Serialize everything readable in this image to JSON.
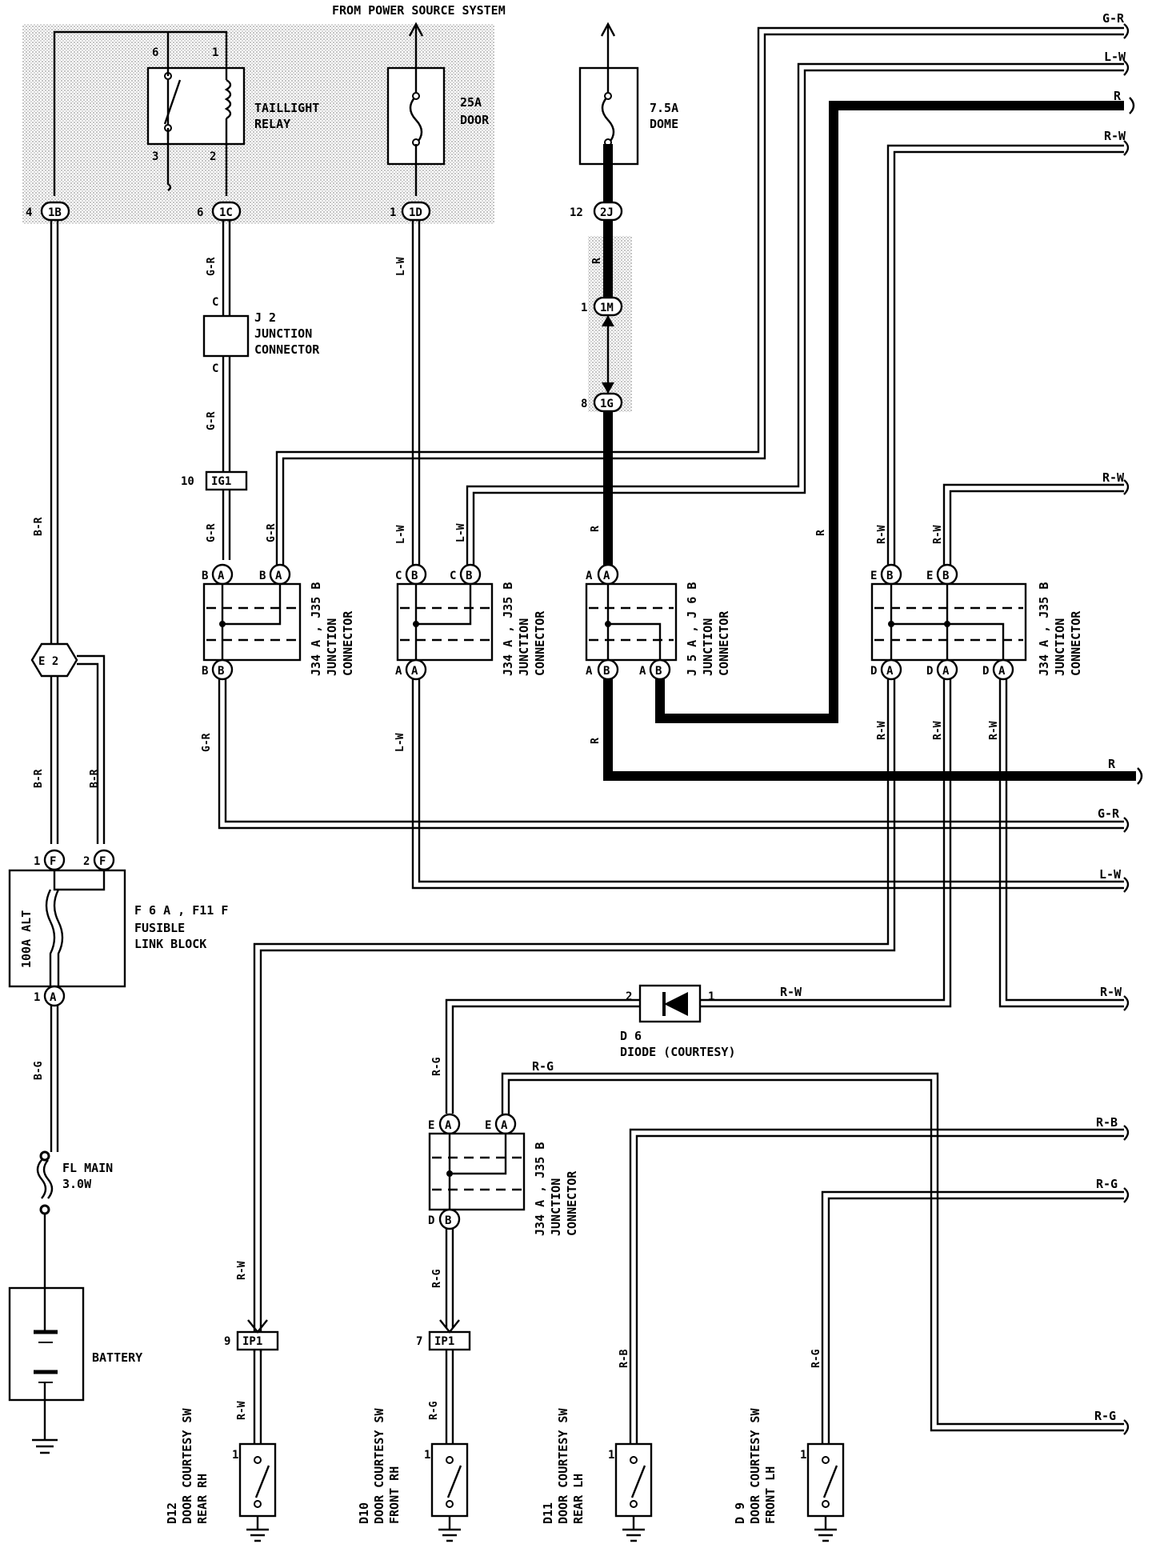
{
  "header": {
    "source": "FROM POWER SOURCE SYSTEM"
  },
  "relay": {
    "name": "TAILLIGHT",
    "name2": "RELAY",
    "pin6": "6",
    "pin1": "1",
    "pin3": "3",
    "pin2": "2"
  },
  "fuse_door": {
    "rating": "25A",
    "name": "DOOR"
  },
  "fuse_dome": {
    "rating": "7.5A",
    "name": "DOME"
  },
  "connectors": {
    "c1b_pin": "4",
    "c1b": "1B",
    "c1c_pin": "6",
    "c1c": "1C",
    "c1d_pin": "1",
    "c1d": "1D",
    "c2j_pin": "12",
    "c2j": "2J",
    "c1m_pin": "1",
    "c1m": "1M",
    "c1g_pin": "8",
    "c1g": "1G",
    "ig1_pin": "10",
    "ig1": "IG1",
    "ip1a_pin": "9",
    "ip1a": "IP1",
    "ip1b_pin": "7",
    "ip1b": "IP1",
    "e2": "E 2"
  },
  "j2": {
    "name": "J 2",
    "desc1": "JUNCTION",
    "desc2": "CONNECTOR",
    "pin": "C"
  },
  "jc": {
    "label1": "J34 A , J35 B",
    "label2": "J 5 A , J 6 B",
    "desc1": "JUNCTION",
    "desc2": "CONNECTOR",
    "A": "A",
    "B": "B",
    "C": "C",
    "D": "D",
    "E": "E"
  },
  "fusible": {
    "alt": "100A ALT",
    "code": "F 6 A , F11 F",
    "desc1": "FUSIBLE",
    "desc2": "LINK BLOCK",
    "pin1": "1",
    "pin2": "2",
    "F": "F",
    "A": "A"
  },
  "fl_main": {
    "name": "FL MAIN",
    "rating": "3.0W"
  },
  "battery": {
    "label": "BATTERY"
  },
  "diode": {
    "code": "D 6",
    "name": "DIODE (COURTESY)",
    "pin2": "2",
    "pin1": "1"
  },
  "wires": {
    "gr": "G-R",
    "lw": "L-W",
    "r": "R",
    "rw": "R-W",
    "br": "B-R",
    "bg": "B-G",
    "rg": "R-G",
    "rb": "R-B"
  },
  "switches": [
    {
      "code": "D12",
      "name": "DOOR COURTESY SW",
      "pos": "REAR RH",
      "pin": "1"
    },
    {
      "code": "D10",
      "name": "DOOR COURTESY SW",
      "pos": "FRONT RH",
      "pin": "1"
    },
    {
      "code": "D11",
      "name": "DOOR COURTESY SW",
      "pos": "REAR LH",
      "pin": "1"
    },
    {
      "code": "D 9",
      "name": "DOOR COURTESY SW",
      "pos": "FRONT LH",
      "pin": "1"
    }
  ]
}
